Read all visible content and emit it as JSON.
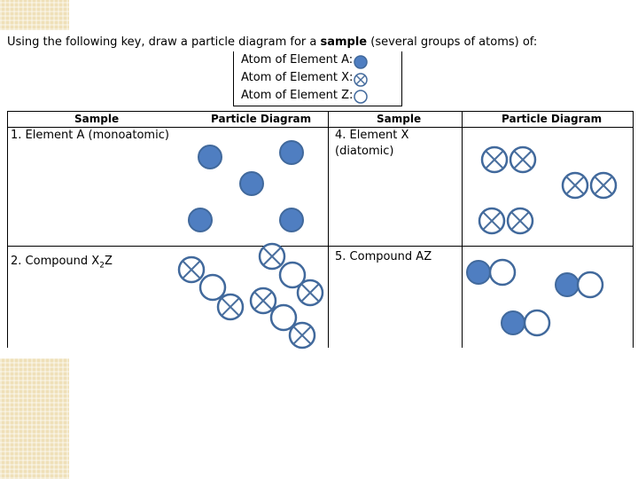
{
  "instruction": {
    "pre": "Using the following key, draw a particle diagram for a ",
    "bold": "sample",
    "post": " (several groups of atoms) of:"
  },
  "key": [
    {
      "label": "Atom of Element A:",
      "icon": "filled-blue-circle-icon"
    },
    {
      "label": "Atom of Element X:",
      "icon": "crossed-circle-icon"
    },
    {
      "label": "Atom of Element Z:",
      "icon": "open-circle-icon"
    }
  ],
  "table": {
    "headers": [
      "Sample",
      "Particle Diagram",
      "Sample",
      "Particle Diagram"
    ],
    "cells": {
      "c1": {
        "line1": "1.  Element A (monoatomic)"
      },
      "c2": {
        "pre": "2.  Compound X",
        "sub": "2",
        "post": "Z"
      },
      "c4": {
        "line1": "4. Element X",
        "line2": "(diatomic)"
      },
      "c5": {
        "line1": "5. Compound AZ"
      }
    }
  },
  "colors": {
    "filled": "#4f7ec1",
    "stroke": "#41699c",
    "cross": "#4a6f9e",
    "texture": "#efe0b8"
  }
}
